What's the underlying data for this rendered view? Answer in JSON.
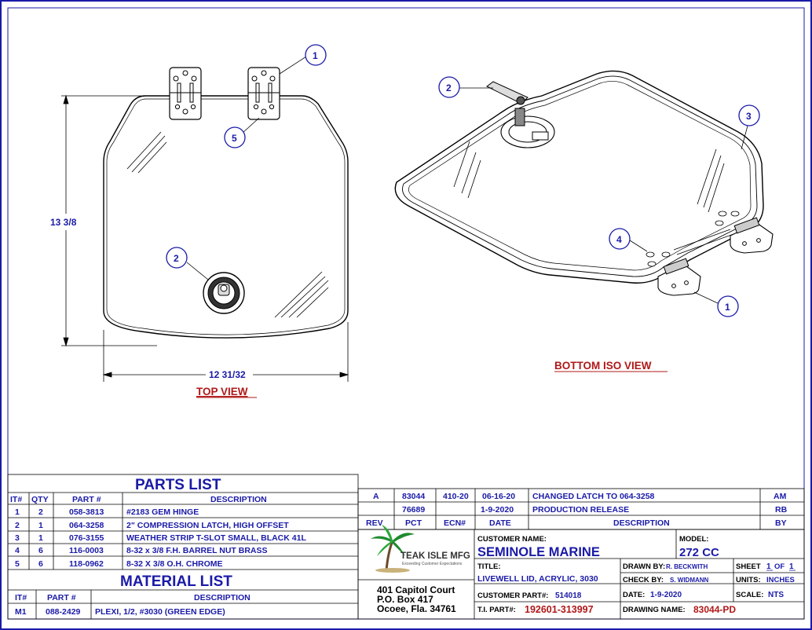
{
  "top_view": {
    "label": "TOP VIEW",
    "dim_height": "13 3/8",
    "dim_width": "12 31/32",
    "balloons": [
      "1",
      "5",
      "2"
    ]
  },
  "iso_view": {
    "label": "BOTTOM ISO VIEW",
    "balloons": [
      "2",
      "3",
      "4",
      "1"
    ]
  },
  "parts_list": {
    "title": "PARTS LIST",
    "headers": [
      "IT#",
      "QTY",
      "PART #",
      "DESCRIPTION"
    ],
    "rows": [
      [
        "1",
        "2",
        "058-3813",
        "#2183 GEM HINGE"
      ],
      [
        "2",
        "1",
        "064-3258",
        "2\" COMPRESSION LATCH, HIGH OFFSET"
      ],
      [
        "3",
        "1",
        "076-3155",
        "WEATHER STRIP T-SLOT SMALL, BLACK 41L"
      ],
      [
        "4",
        "6",
        "116-0003",
        "8-32 x 3/8 F.H. BARREL NUT BRASS"
      ],
      [
        "5",
        "6",
        "118-0962",
        "8-32 X 3/8 O.H. CHROME"
      ]
    ]
  },
  "material_list": {
    "title": "MATERIAL LIST",
    "headers": [
      "IT#",
      "PART #",
      "DESCRIPTION"
    ],
    "rows": [
      [
        "M1",
        "088-2429",
        "PLEXI, 1/2, #3030 (GREEN EDGE)"
      ]
    ]
  },
  "revisions": {
    "rows": [
      [
        "A",
        "83044",
        "410-20",
        "06-16-20",
        "CHANGED LATCH TO 064-3258",
        "AM"
      ],
      [
        "",
        "76689",
        "",
        "1-9-2020",
        "PRODUCTION RELEASE",
        "RB"
      ]
    ],
    "headers": [
      "REV",
      "PCT",
      "ECN#",
      "DATE",
      "DESCRIPTION",
      "BY"
    ]
  },
  "title_block": {
    "logo_text": "TEAK ISLE MFG",
    "logo_tagline": "Exceeding Customer Expectations",
    "address_line1": "401 Capitol Court",
    "address_line2": "P.O. Box 417",
    "address_line3": "Ocoee, Fla. 34761",
    "customer_name_label": "CUSTOMER NAME:",
    "customer_name": "SEMINOLE MARINE",
    "model_label": "MODEL:",
    "model": "272 CC",
    "title_label": "TITLE:",
    "title": "LIVEWELL LID, ACRYLIC, 3030",
    "drawn_by_label": "DRAWN BY:",
    "drawn_by": "R. BECKWITH",
    "check_by_label": "CHECK BY:",
    "check_by": "S. WIDMANN",
    "sheet_label": "SHEET",
    "sheet_num": "1",
    "sheet_of": "OF",
    "sheet_total": "1",
    "units_label": "UNITS:",
    "units": "INCHES",
    "customer_part_label": "CUSTOMER PART#:",
    "customer_part": "514018",
    "date_label": "DATE:",
    "date": "1-9-2020",
    "scale_label": "SCALE:",
    "scale": "NTS",
    "ti_part_label": "T.I. PART#:",
    "ti_part": "192601-313997",
    "drawing_name_label": "DRAWING NAME:",
    "drawing_name": "83044-PD"
  },
  "colors": {
    "accent": "#1a1aa8",
    "red": "#b01818",
    "line": "#000000"
  }
}
